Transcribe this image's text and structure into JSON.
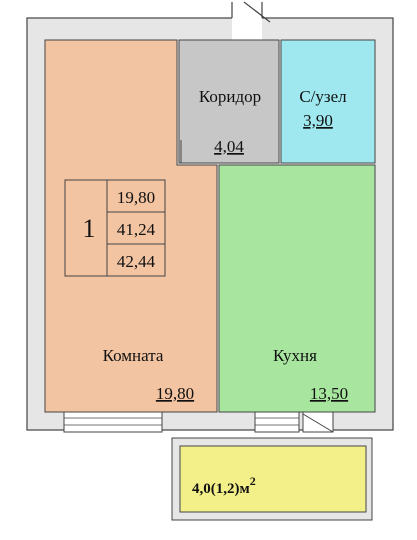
{
  "apartment": {
    "rooms_count": "1",
    "summary": {
      "living_area": "19,80",
      "total_area": "41,24",
      "total_with_balcony": "42,44"
    }
  },
  "rooms": {
    "room": {
      "name": "Комната",
      "area": "19,80",
      "color": "#f2c4a2"
    },
    "corridor": {
      "name": "Коридор",
      "area": "4,04",
      "color": "#c7c7c7"
    },
    "bathroom": {
      "name": "С/узел",
      "area": "3,90",
      "color": "#9fe8f0"
    },
    "kitchen": {
      "name": "Кухня",
      "area": "13,50",
      "color": "#a8e6a0"
    },
    "balcony": {
      "area_text": "4,0(1,2)м",
      "unit_superscript": "2",
      "color": "#f3f08a"
    }
  },
  "colors": {
    "wall": "#e6e6e6",
    "wall_outline": "#444444"
  }
}
